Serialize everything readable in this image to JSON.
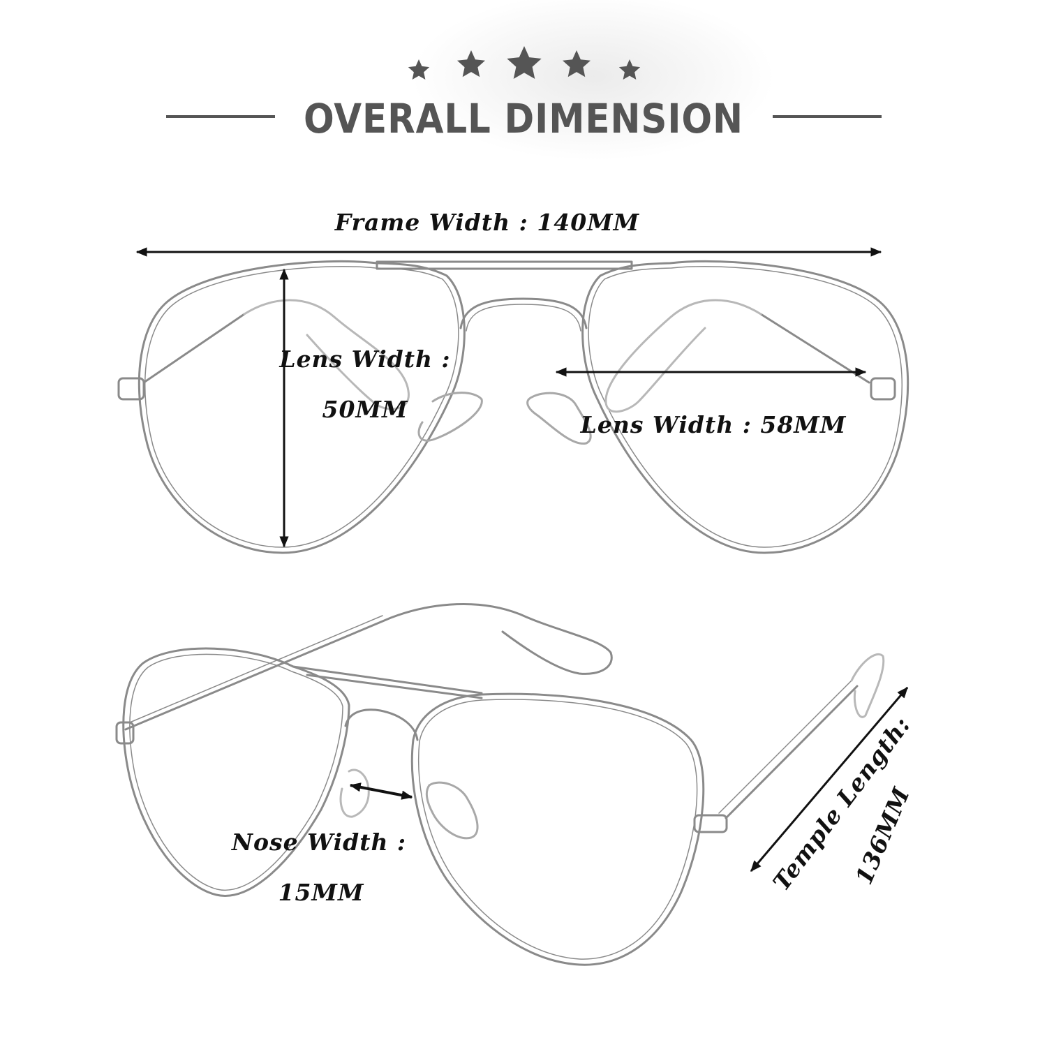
{
  "header": {
    "title": "OVERALL DIMENSION",
    "star_count": 5,
    "title_color": "#555555",
    "accent_color": "#555555"
  },
  "front_view": {
    "frame_width_label": "Frame Width : 140MM",
    "lens_height_label_line1": "Lens Width :",
    "lens_height_label_line2": "50MM",
    "lens_width_label": "Lens Width : 58MM"
  },
  "side_view": {
    "nose_width_label_line1": "Nose Width :",
    "nose_width_label_line2": "15MM",
    "temple_length_label_line1": "Temple Length:",
    "temple_length_label_line2": "136MM"
  },
  "colors": {
    "frame_line": "#8a8a8a",
    "dimension_line": "#111111",
    "label_text": "#111111"
  }
}
